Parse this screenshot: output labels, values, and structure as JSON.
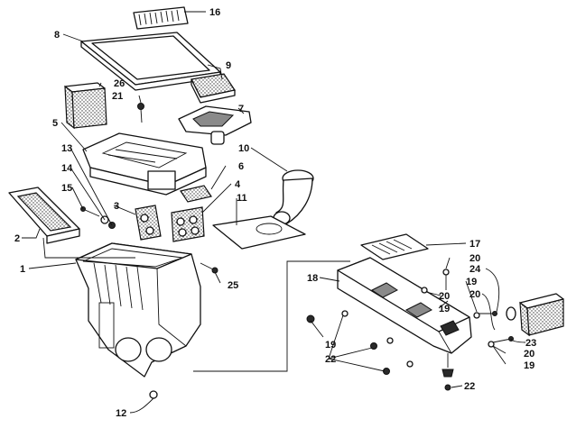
{
  "callouts": [
    {
      "id": "c16",
      "text": "16"
    },
    {
      "id": "c8",
      "text": "8"
    },
    {
      "id": "c9",
      "text": "9"
    },
    {
      "id": "c26",
      "text": "26"
    },
    {
      "id": "c21",
      "text": "21"
    },
    {
      "id": "c7",
      "text": "7"
    },
    {
      "id": "c5",
      "text": "5"
    },
    {
      "id": "c10",
      "text": "10"
    },
    {
      "id": "c13",
      "text": "13"
    },
    {
      "id": "c14",
      "text": "14"
    },
    {
      "id": "c6",
      "text": "6"
    },
    {
      "id": "c15",
      "text": "15"
    },
    {
      "id": "c4",
      "text": "4"
    },
    {
      "id": "c3",
      "text": "3"
    },
    {
      "id": "c11",
      "text": "11"
    },
    {
      "id": "c2",
      "text": "2"
    },
    {
      "id": "c1",
      "text": "1"
    },
    {
      "id": "c25",
      "text": "25"
    },
    {
      "id": "c12",
      "text": "12"
    },
    {
      "id": "c17",
      "text": "17"
    },
    {
      "id": "c18",
      "text": "18"
    },
    {
      "id": "c20a",
      "text": "20"
    },
    {
      "id": "c24",
      "text": "24"
    },
    {
      "id": "c20b",
      "text": "20"
    },
    {
      "id": "c19a",
      "text": "19"
    },
    {
      "id": "c19b",
      "text": "19"
    },
    {
      "id": "c20c",
      "text": "20"
    },
    {
      "id": "c19c",
      "text": "19"
    },
    {
      "id": "c22a",
      "text": "22"
    },
    {
      "id": "c23",
      "text": "23"
    },
    {
      "id": "c20d",
      "text": "20"
    },
    {
      "id": "c19d",
      "text": "19"
    },
    {
      "id": "c22b",
      "text": "22"
    }
  ]
}
